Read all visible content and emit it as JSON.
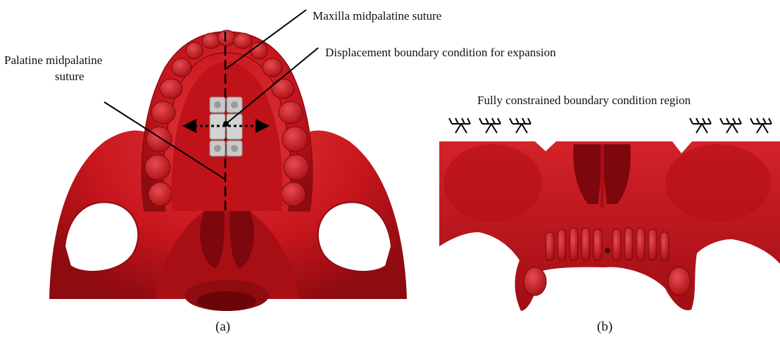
{
  "colors": {
    "bone": "#c8161d",
    "bone_dark": "#8e0b10",
    "bone_shadow": "#6a0609",
    "bone_light": "#e23a3f",
    "expander": "#c9c9c9",
    "expander_dark": "#8d8d8d",
    "line": "#000000"
  },
  "labels": {
    "maxilla_suture": "Maxilla midpalatine suture",
    "displacement_bc": "Displacement boundary condition for expansion",
    "palatine_suture_line1": "Palatine midpalatine",
    "palatine_suture_line2": "suture",
    "fully_constrained": "Fully constrained boundary condition region"
  },
  "captions": {
    "a": "(a)",
    "b": "(b)"
  },
  "icons": {
    "ground_symbol": "fixed-support-hatch-icon",
    "arrow_left": "arrow-left-icon",
    "arrow_right": "arrow-right-icon",
    "expander": "palatal-expander-icon"
  },
  "constraint_symbols": {
    "left_count": 3,
    "right_count": 3
  }
}
